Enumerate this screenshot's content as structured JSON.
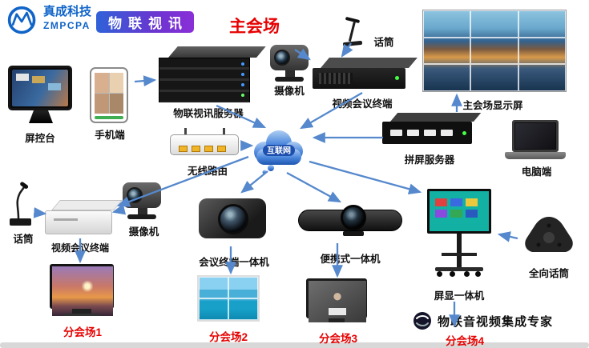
{
  "header": {
    "company": "真成科技",
    "company_en": "ZMPCPA",
    "product": "物联视讯",
    "main_venue": "主会场"
  },
  "labels": {
    "screen_console": "屏控台",
    "mobile": "手机端",
    "iot_server": "物联视讯服务器",
    "camera_main": "摄像机",
    "video_terminal_main": "视频会议终端",
    "mic_main": "话筒",
    "main_display": "主会场显示屏",
    "router": "无线路由",
    "internet": "互联网",
    "splicing_server": "拼屏服务器",
    "pc": "电脑端",
    "mic_branch": "话筒",
    "video_terminal_branch": "视频会议终端",
    "camera_branch": "摄像机",
    "conference_aio": "会议终端一体机",
    "portable_aio": "便携式一体机",
    "display_aio": "屏显一体机",
    "omni_mic": "全向话筒",
    "branch1": "分会场1",
    "branch2": "分会场2",
    "branch3": "分会场3",
    "branch4": "分会场4"
  },
  "footer": {
    "slogan": "物联音视频集成专家"
  },
  "colors": {
    "venue_red": "#e60000",
    "banner_gradient_start": "#2f62d8",
    "banner_gradient_end": "#8a2fd8",
    "arrow_blue": "#5588cc",
    "cloud_blue": "#4a86dc",
    "logo_blue": "#1064c8"
  }
}
